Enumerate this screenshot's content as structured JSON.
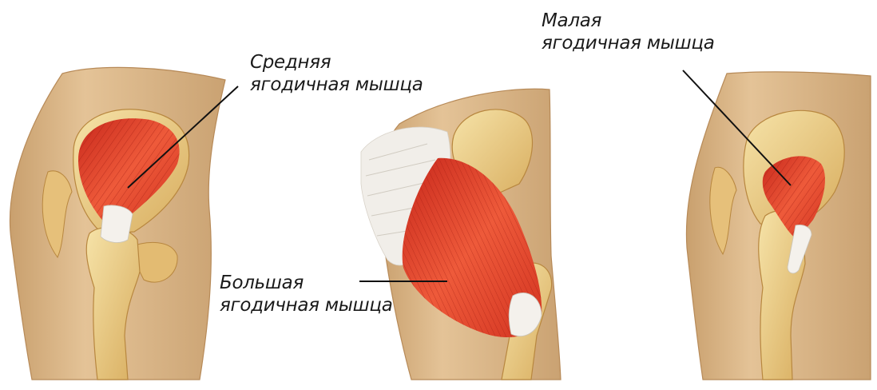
{
  "labels": {
    "gluteus_medius": {
      "line1": "Средняя",
      "line2": "ягодичная мышца"
    },
    "gluteus_maximus": {
      "line1": "Большая",
      "line2": "ягодичная мышца"
    },
    "gluteus_minimus": {
      "line1": "Малая",
      "line2": "ягодичная мышца"
    }
  },
  "colors": {
    "skin": "#dcb98c",
    "skin_shadow": "#c69b67",
    "bone": "#efd48f",
    "bone_shadow": "#d3a65a",
    "muscle": "#e8452f",
    "muscle_dark": "#b8241a",
    "tendon": "#f3f3f3",
    "leader_line": "#111111"
  }
}
